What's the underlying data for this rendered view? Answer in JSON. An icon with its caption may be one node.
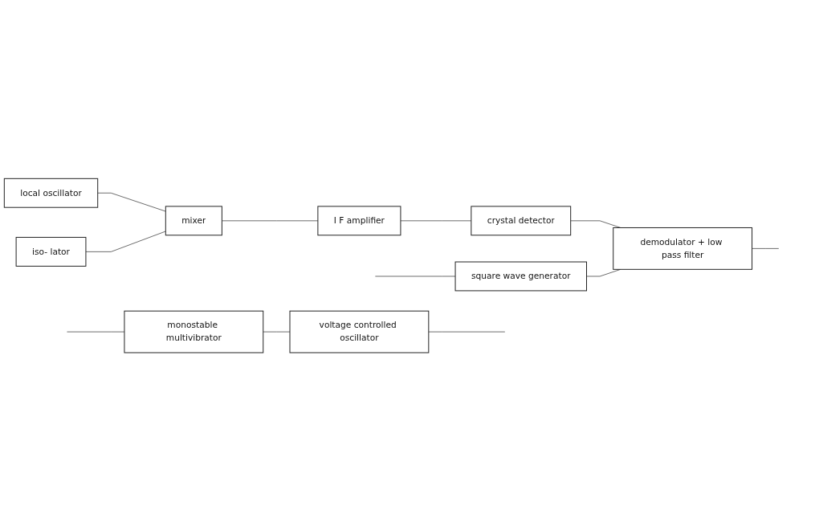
{
  "diagram": {
    "nodes": [
      {
        "text": [
          "monostable multivibrator"
        ]
      },
      {
        "text": [
          "voltage controlled oscillator"
        ]
      },
      {
        "text": [
          "local oscillator"
        ]
      },
      {
        "text": [
          "iso- lator"
        ]
      },
      {
        "text": [
          "mixer"
        ]
      },
      {
        "text": [
          "I F amplifier"
        ]
      },
      {
        "text": [
          "crystal detector"
        ]
      },
      {
        "text": [
          "demodulator + low pass filter"
        ]
      },
      {
        "text": [
          "square wave generator"
        ]
      }
    ],
    "edges": [
      {
        "from": null,
        "to": 0,
        "arrow": "none"
      },
      {
        "from": 0,
        "to": 1,
        "arrow": "none"
      },
      {
        "from": 1,
        "to": null,
        "arrow": "none"
      },
      {
        "from": 2,
        "to": 4,
        "arrow": "none"
      },
      {
        "from": 3,
        "to": 4,
        "arrow": "none"
      },
      {
        "from": 4,
        "to": 5,
        "arrow": "none"
      },
      {
        "from": 5,
        "to": 6,
        "arrow": "none"
      },
      {
        "from": 6,
        "to": 7,
        "arrow": "none"
      },
      {
        "from": 7,
        "to": null,
        "arrow": "none"
      },
      {
        "from": null,
        "to": 8,
        "arrow": "none"
      },
      {
        "from": 8,
        "to": 7,
        "arrow": "none"
      }
    ]
  }
}
